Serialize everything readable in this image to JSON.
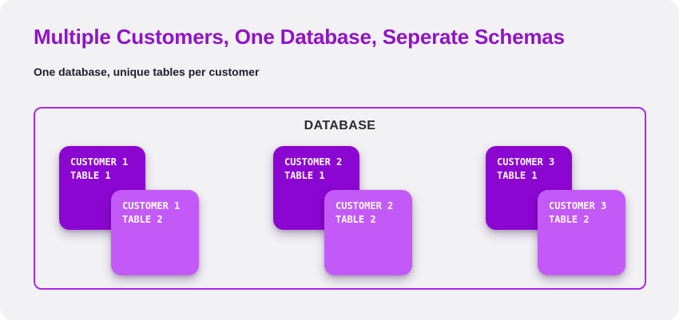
{
  "page": {
    "title": "Multiple Customers, One Database, Seperate Schemas",
    "subtitle": "One database, unique tables per customer"
  },
  "database": {
    "label": "DATABASE",
    "groups": [
      {
        "table1": {
          "line1": "CUSTOMER 1",
          "line2": "TABLE 1"
        },
        "table2": {
          "line1": "CUSTOMER 1",
          "line2": "TABLE 2"
        }
      },
      {
        "table1": {
          "line1": "CUSTOMER 2",
          "line2": "TABLE 1"
        },
        "table2": {
          "line1": "CUSTOMER 2",
          "line2": "TABLE 2"
        }
      },
      {
        "table1": {
          "line1": "CUSTOMER 3",
          "line2": "TABLE 1"
        },
        "table2": {
          "line1": "CUSTOMER 3",
          "line2": "TABLE 2"
        }
      }
    ]
  },
  "colors": {
    "canvas_background": "#f2f1f4",
    "title_purple": "#9013c9",
    "subtitle_dark": "#1d1d2b",
    "box_border_purple": "#a928ef",
    "database_label": "#2a2a33",
    "card_dark_purple": "#8c06d2",
    "card_light_purple": "#c35af7",
    "card_text": "#fdf9ff"
  }
}
